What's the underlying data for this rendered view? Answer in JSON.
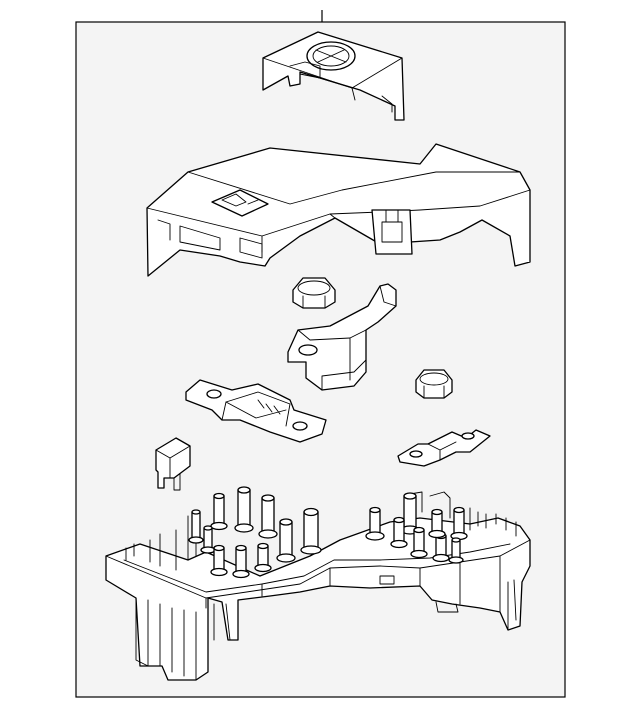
{
  "diagram": {
    "background_color": "#ffffff",
    "panel_color": "#f4f4f4",
    "line_color": "#000000",
    "parts": [
      "cover-cap",
      "top-cover",
      "terminal-nut-left",
      "terminal-bracket",
      "terminal-nut-right",
      "mega-fuse",
      "small-fuse-link",
      "relay",
      "fuse-block-base"
    ]
  }
}
